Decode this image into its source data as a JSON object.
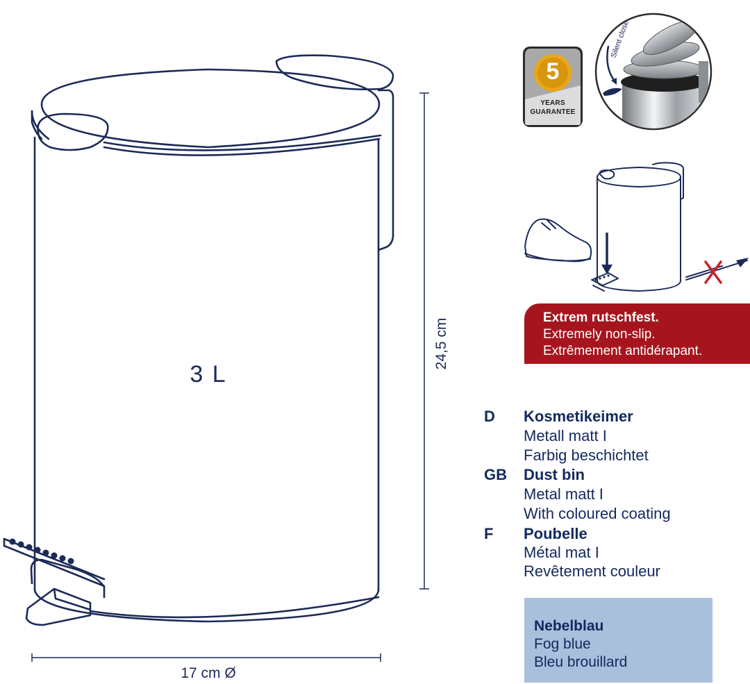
{
  "product": {
    "volume": "3 L",
    "height": "24,5 cm",
    "diameter": "17 cm Ø"
  },
  "badge": {
    "number": "5",
    "line1": "YEARS",
    "line2": "GUARANTEE",
    "colors": {
      "gold": "#e9a81a",
      "silver": "#a7a9ab"
    }
  },
  "silent_close": {
    "label": "Silent close",
    "icon": "feather-icon"
  },
  "nonslip": {
    "de": "Extrem rutschfest.",
    "en": "Extremely non-slip.",
    "fr": "Extrêmement antidérapant.",
    "color": "#a6151e"
  },
  "specs": [
    {
      "code": "D",
      "title": "Kosmetikeimer",
      "lines": [
        "Metall matt I",
        "Farbig beschichtet"
      ]
    },
    {
      "code": "GB",
      "title": "Dust bin",
      "lines": [
        "Metal matt I",
        "With coloured coating"
      ]
    },
    {
      "code": "F",
      "title": "Poubelle",
      "lines": [
        "Métal mat I",
        "Revêtement couleur"
      ]
    }
  ],
  "color_name": {
    "de": "Nebelblau",
    "en": "Fog blue",
    "fr": "Bleu brouillard",
    "swatch": "#a9bfdc"
  },
  "colors": {
    "line": "#1b2a57",
    "text": "#12295e"
  }
}
